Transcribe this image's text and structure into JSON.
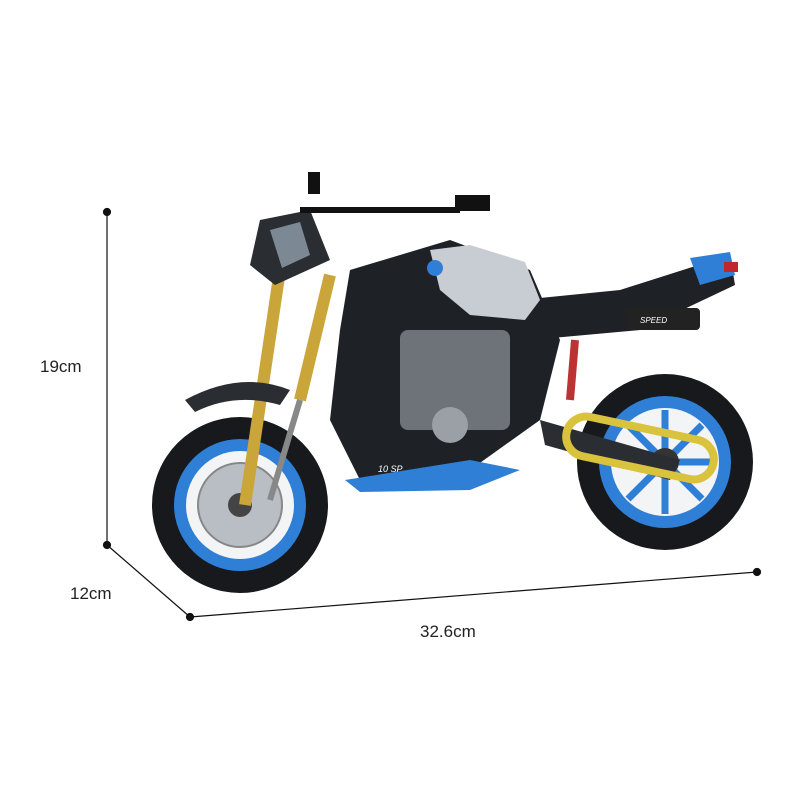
{
  "dimensions": {
    "height": "19cm",
    "depth": "12cm",
    "length": "32.6cm"
  },
  "product": {
    "decal_text": "10 SP",
    "tail_decal": "SPEED"
  },
  "colors": {
    "rim_blue": "#2f7fd6",
    "fork_gold": "#c9a53a",
    "body_dark": "#1e2226",
    "tank_silver": "#c8cdd3",
    "chain_yellow": "#d9c23c"
  }
}
